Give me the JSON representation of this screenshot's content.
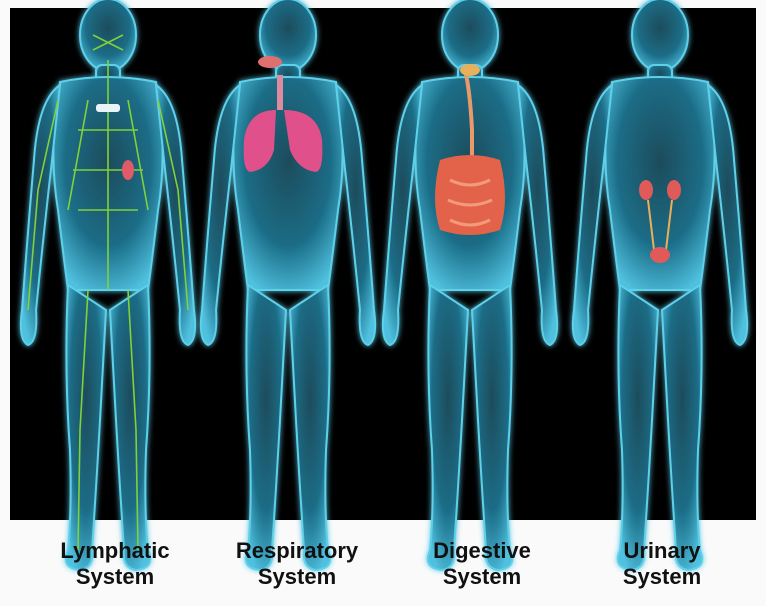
{
  "colors": {
    "background": "#000000",
    "body_glow": "#3fa7c4",
    "lymph": "#7fd23a",
    "lung": "#e0508a",
    "digestive": "#e2634a",
    "urinary": "#e05a5a",
    "caption_text": "#111111"
  },
  "figures": [
    {
      "id": "lymphatic",
      "caption_line1": "Lymphatic",
      "caption_line2": "System"
    },
    {
      "id": "respiratory",
      "caption_line1": "Respiratory",
      "caption_line2": "System"
    },
    {
      "id": "digestive",
      "caption_line1": "Digestive",
      "caption_line2": "System"
    },
    {
      "id": "urinary",
      "caption_line1": "Urinary",
      "caption_line2": "System"
    }
  ]
}
